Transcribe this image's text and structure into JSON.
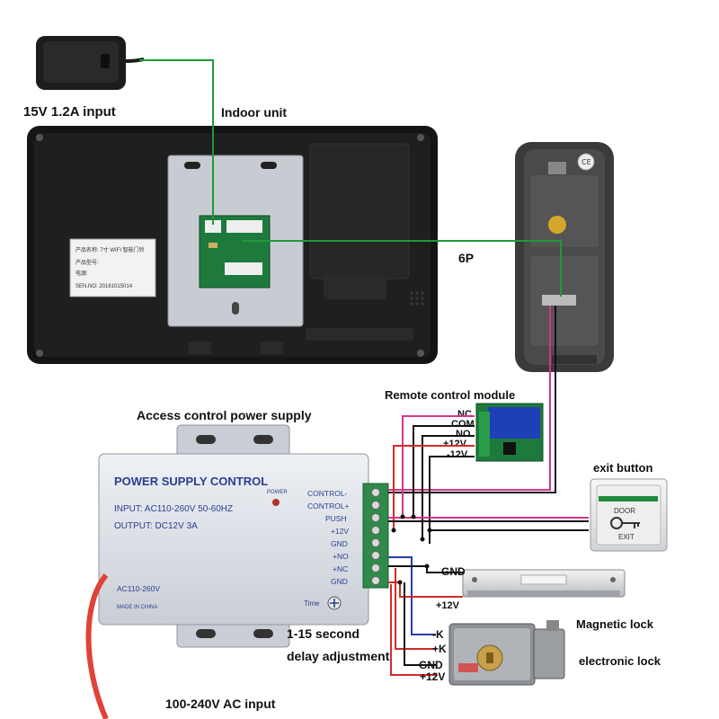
{
  "labels": {
    "adapter_input": "15V 1.2A input",
    "indoor_unit": "Indoor unit",
    "six_p": "6P",
    "remote_module": "Remote control module",
    "psu_title": "Access control power supply",
    "exit_button": "exit button",
    "magnetic_lock": "Magnetic lock",
    "electronic_lock": "electronic lock",
    "delay_line1": "1-15 second",
    "delay_line2": "delay adjustment",
    "ac_input": "100-240V AC input"
  },
  "psu": {
    "brand": "POWER SUPPLY CONTROL",
    "input": "INPUT: AC110-260V 50-60HZ",
    "output": "OUTPUT: DC12V  3A",
    "power_led": "POWER",
    "ac_label": "AC110-260V",
    "made_in": "MADE IN CHINA",
    "time_label": "Time",
    "terminals": [
      "CONTROL-",
      "CONTROL+",
      "PUSH",
      "+12V",
      "GND",
      "+NO",
      "+NC",
      "GND"
    ]
  },
  "remote_module": {
    "pins": [
      "NC",
      "COM",
      "NO",
      "+12V",
      "-12V"
    ]
  },
  "indoor_sticker": {
    "line1": "产品名称: 7寸 WIFI 智能门铃",
    "line2": "产品型号:",
    "line3": "电源:",
    "line4": "SEN.NO: 20161015014"
  },
  "exit_plate": {
    "top": "DOOR",
    "bottom": "EXIT"
  },
  "wire_labels": {
    "gnd_mag": "GND",
    "plus12_mag": "+12V",
    "minus_k": "-K",
    "plus_k": "+K",
    "gnd_el": "GND",
    "plus12_el": "+12V"
  },
  "colors": {
    "green_wire": "#1f9a3a",
    "pink_wire": "#d6338c",
    "red_wire": "#d42a2a",
    "blue_wire": "#2a3fa8",
    "black_wire": "#111111",
    "psu_red_cable": "#e0413a"
  }
}
